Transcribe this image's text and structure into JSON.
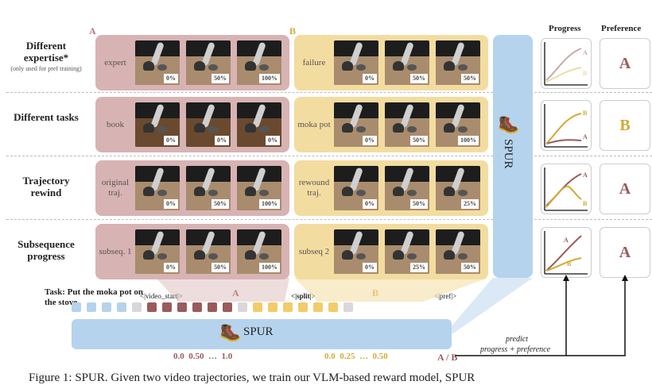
{
  "header": {
    "a_letter": "A",
    "b_letter": "B"
  },
  "rows": [
    {
      "title": "Different expertise*",
      "subtitle": "(only used for pref training)",
      "a_label": "expert",
      "a_pcts": [
        "0%",
        "50%",
        "100%"
      ],
      "b_label": "failure",
      "b_pcts": [
        "0%",
        "50%",
        "50%"
      ],
      "pref": "A",
      "pref_color": "#9a5b5b"
    },
    {
      "title": "Different tasks",
      "subtitle": "",
      "a_label": "book",
      "a_pcts": [
        "0%",
        "0%",
        "0%"
      ],
      "b_label": "moka pot",
      "b_pcts": [
        "0%",
        "50%",
        "100%"
      ],
      "pref": "B",
      "pref_color": "#d4a933"
    },
    {
      "title": "Trajectory rewind",
      "subtitle": "",
      "a_label": "original traj.",
      "a_pcts": [
        "0%",
        "50%",
        "100%"
      ],
      "b_label": "rewound traj.",
      "b_pcts": [
        "0%",
        "50%",
        "25%"
      ],
      "pref": "A",
      "pref_color": "#9a5b5b"
    },
    {
      "title": "Subsequence progress",
      "subtitle": "",
      "a_label": "subseq. 1",
      "a_pcts": [
        "0%",
        "50%",
        "100%"
      ],
      "b_label": "subseq 2",
      "b_pcts": [
        "0%",
        "25%",
        "50%"
      ],
      "pref": "A",
      "pref_color": "#9a5b5b"
    }
  ],
  "spur_label": "SPUR",
  "col_progress": "Progress",
  "col_preference": "Preference",
  "task_label": "Task:",
  "task_text": "Put the moka pot on the stove",
  "tok_video_start": "<|video_start|>",
  "tok_split": "<|split|>",
  "tok_pref": "<|pref|>",
  "seq_a": "A",
  "seq_b": "B",
  "bottom_spur": "SPUR",
  "a_values": "0.0  0.50  …  1.0",
  "b_values": "0.0  0.25  …  0.50",
  "ab_out": "A / B",
  "predict": "predict",
  "predict2": "progress + preference",
  "caption": "Figure 1: SPUR. Given two video trajectories, we train our VLM-based reward model, SPUR"
}
